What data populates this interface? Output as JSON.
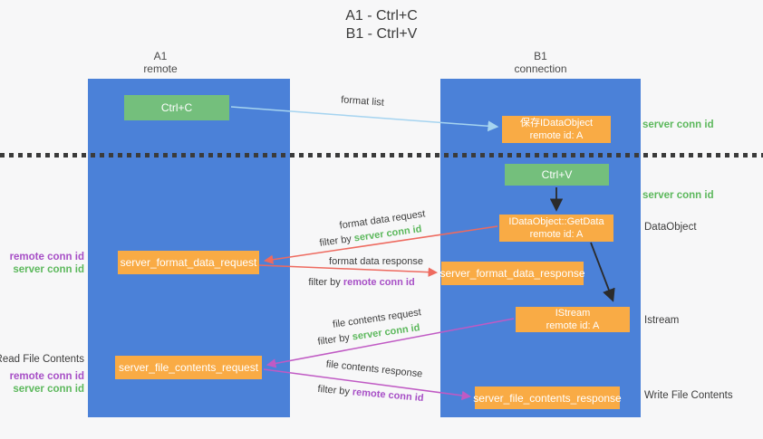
{
  "title": {
    "line1": "A1 - Ctrl+C",
    "line2": "B1 - Ctrl+V"
  },
  "columns": {
    "left": {
      "name": "A1",
      "role": "remote"
    },
    "right": {
      "name": "B1",
      "role": "connection"
    }
  },
  "boxes": {
    "ctrl_c": {
      "label": "Ctrl+C"
    },
    "save_dataobject": {
      "line1": "保存IDataObject",
      "line2": "remote id: A"
    },
    "ctrl_v": {
      "label": "Ctrl+V"
    },
    "getdata": {
      "line1": "IDataObject::GetData",
      "line2": "remote id: A"
    },
    "istream": {
      "line1": "IStream",
      "line2": "remote id: A"
    },
    "server_format_data_request": {
      "label": "server_format_data_request"
    },
    "server_format_data_response": {
      "label": "server_format_data_response"
    },
    "server_file_contents_request": {
      "label": "server_file_contents_request"
    },
    "server_file_contents_response": {
      "label": "server_file_contents_response"
    }
  },
  "arrows": {
    "format_list": {
      "label": "format list"
    },
    "format_data_request": {
      "label": "format data request",
      "filter_prefix": "filter by",
      "filter_key": "server conn id"
    },
    "format_data_response": {
      "label": "format data response",
      "filter_prefix": "filter by",
      "filter_key": "remote conn id"
    },
    "file_contents_request": {
      "label": "file contents request",
      "filter_prefix": "filter by",
      "filter_key": "server conn id"
    },
    "file_contents_response": {
      "label": "file contents response",
      "filter_prefix": "filter by",
      "filter_key": "remote conn id"
    }
  },
  "side_labels": {
    "server_conn_id_top": "server conn id",
    "server_conn_id_mid": "server conn id",
    "dataobject": "DataObject",
    "istream": "Istream",
    "write_file_contents": "Write File Contents",
    "read_file_contents": "Read File Contents",
    "left_remote_conn_id_1": "remote conn id",
    "left_server_conn_id_1": "server conn id",
    "left_remote_conn_id_2": "remote conn id",
    "left_server_conn_id_2": "server conn id"
  },
  "colors": {
    "column_blue": "#4b81d8",
    "box_green": "#74bf7c",
    "box_orange": "#f9ab45",
    "arrow_lightblue": "#a6d4f0",
    "arrow_red": "#ee6a5f",
    "arrow_magenta": "#c05ac4",
    "arrow_black": "#2b2b2b",
    "text_green": "#5cb85c",
    "text_purple": "#a74fc6"
  }
}
